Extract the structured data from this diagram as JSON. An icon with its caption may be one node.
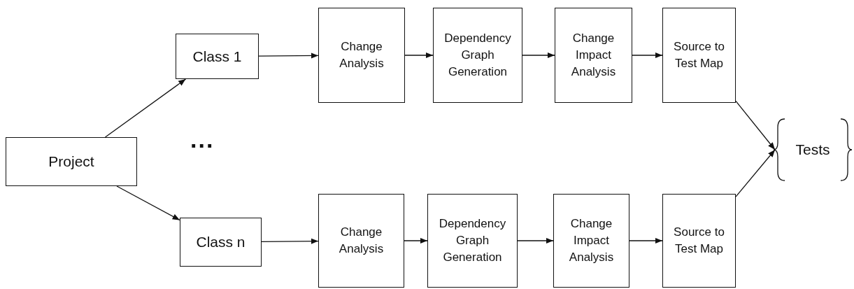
{
  "diagram": {
    "nodes": [
      {
        "text": [
          "Project"
        ]
      },
      {
        "text": [
          "Class 1"
        ]
      },
      {
        "text": [
          "Change Analysis"
        ]
      },
      {
        "text": [
          "Dependency Graph Generation"
        ]
      },
      {
        "text": [
          "Change Impact Analysis"
        ]
      },
      {
        "text": [
          "Source to Test Map"
        ]
      },
      {
        "text": [
          "Class n"
        ]
      },
      {
        "text": [
          "Change Analysis"
        ]
      },
      {
        "text": [
          "Dependency Graph Generation"
        ]
      },
      {
        "text": [
          "Change Impact Analysis"
        ]
      },
      {
        "text": [
          "Source to Test Map"
        ]
      },
      {
        "text": [
          "Tests"
        ]
      }
    ],
    "edges": [
      {
        "from": 0,
        "to": 1,
        "arrow": "to"
      },
      {
        "from": 0,
        "to": 6,
        "arrow": "to"
      },
      {
        "from": 1,
        "to": 2,
        "arrow": "to"
      },
      {
        "from": 2,
        "to": 3,
        "arrow": "to"
      },
      {
        "from": 3,
        "to": 4,
        "arrow": "to"
      },
      {
        "from": 4,
        "to": 5,
        "arrow": "to"
      },
      {
        "from": 5,
        "to": 11,
        "arrow": "to"
      },
      {
        "from": 6,
        "to": 7,
        "arrow": "to"
      },
      {
        "from": 7,
        "to": 8,
        "arrow": "to"
      },
      {
        "from": 8,
        "to": 9,
        "arrow": "to"
      },
      {
        "from": 9,
        "to": 10,
        "arrow": "to"
      },
      {
        "from": 10,
        "to": 11,
        "arrow": "to"
      }
    ],
    "labels": [
      "..."
    ]
  }
}
